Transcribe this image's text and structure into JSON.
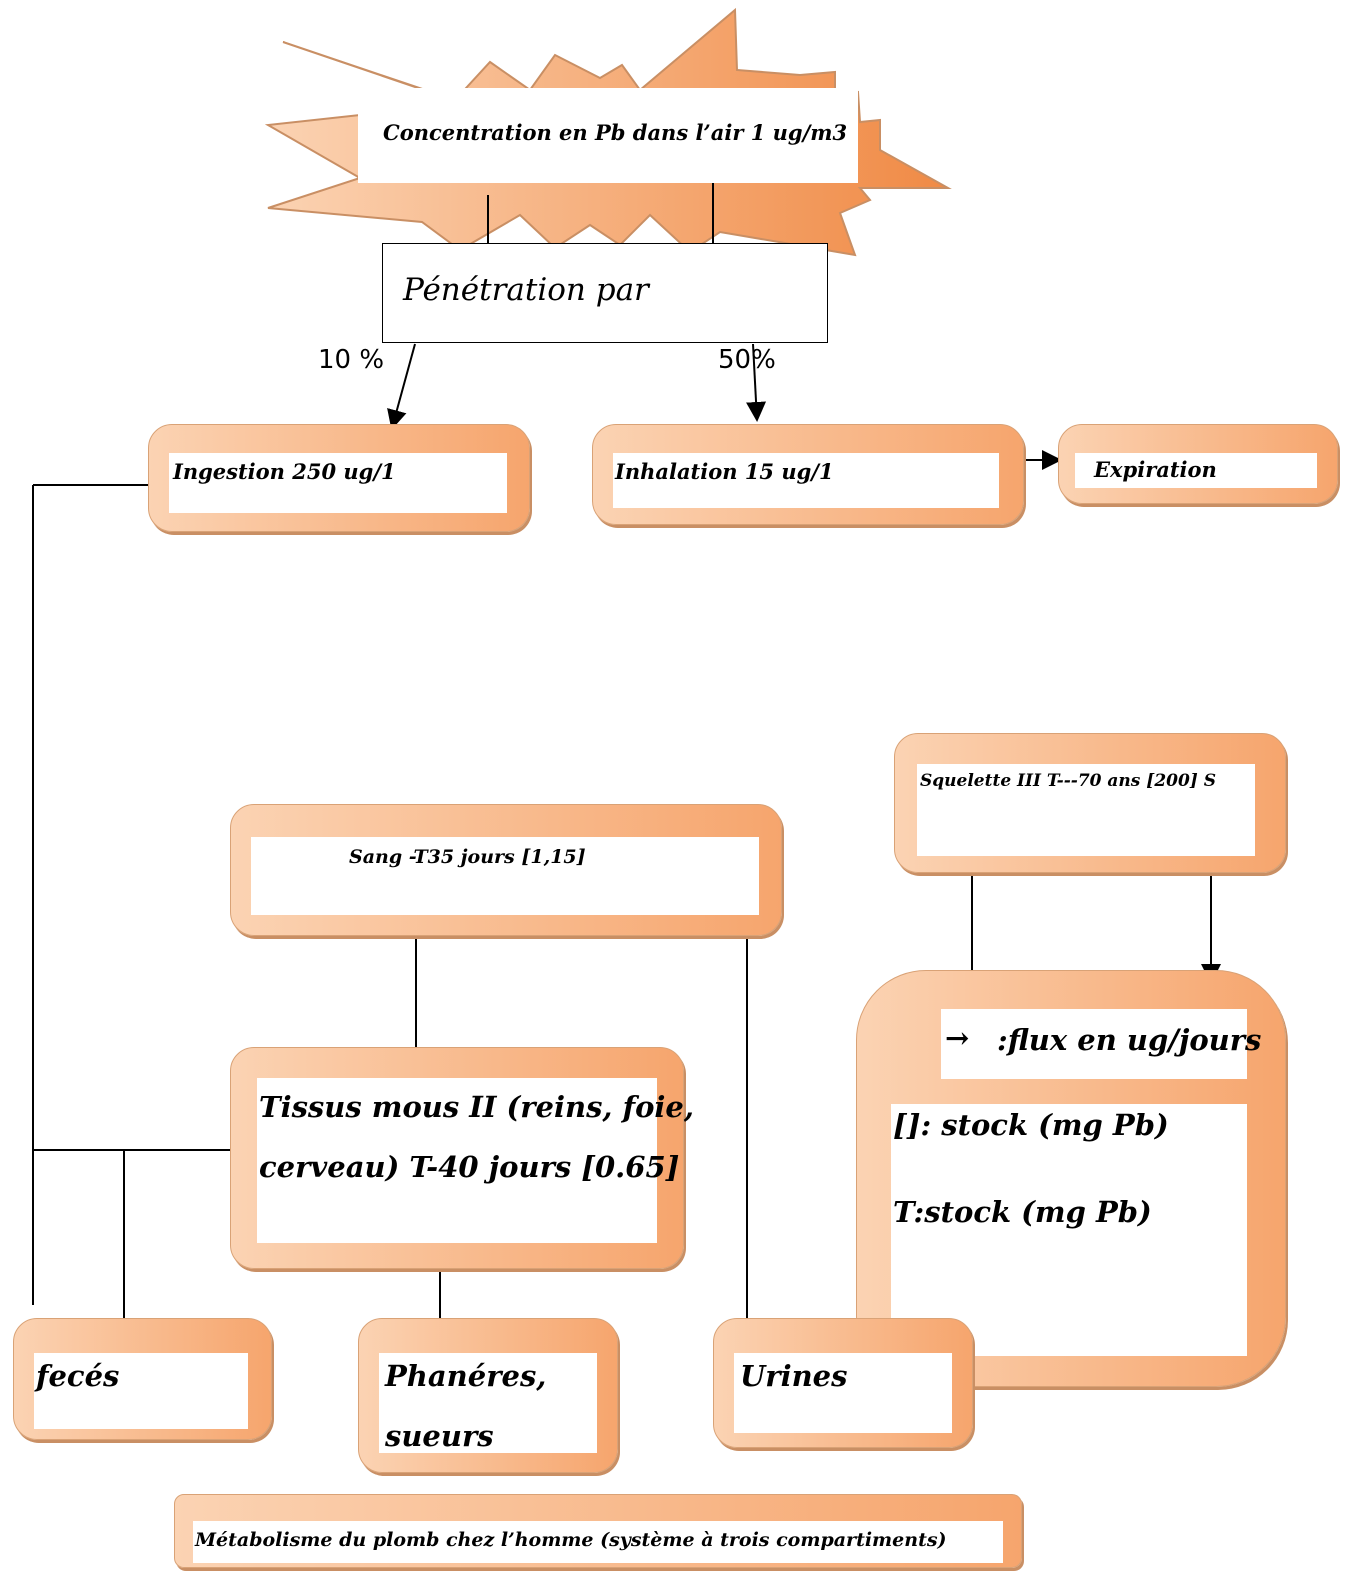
{
  "source_text": "Concentration en Pb dans l’air 1 ug/m3",
  "penetration": "Pénétration par",
  "pct_left": "10 %",
  "pct_right": "50%",
  "ingestion": "Ingestion 250 ug/1",
  "inhalation": "Inhalation 15 ug/1",
  "expiration": "Expiration",
  "squelette": "Squelette  III T---70 ans [200] S",
  "sang": "Sang  -T35 jours [1,15]",
  "tissus_line1": "Tissus mous II  (reins, foie,",
  "tissus_line2": "cerveau) T-40 jours [0.65]",
  "legend": {
    "flux_arrow": "→",
    "flux": ":flux en ug/jours",
    "stock1": "[]: stock (mg Pb)",
    "stock2": "T:stock (mg Pb)"
  },
  "feces": "fecés",
  "phaneres_line1": "Phanéres,",
  "phaneres_line2": "sueurs",
  "urines": "Urines",
  "caption": "Métabolisme  du  plomb  chez  l’homme  (système  à  trois  compartiments)",
  "colors": {
    "accent": "#f6a56d",
    "accent_light": "#fbd3b3"
  }
}
